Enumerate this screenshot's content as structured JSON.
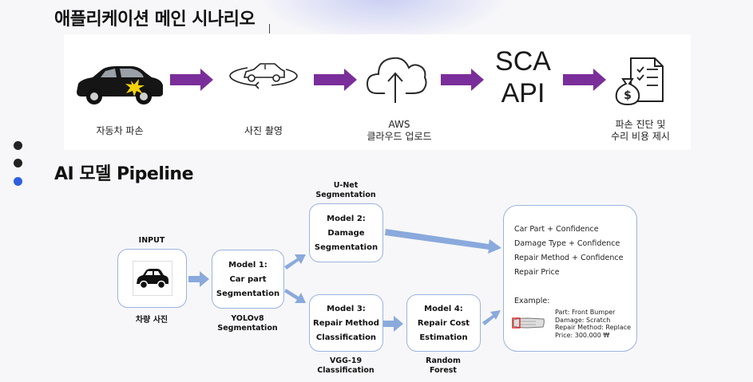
{
  "titles": {
    "scenario": "애플리케이션 메인 시나리오",
    "pipeline": "AI 모델 Pipeline"
  },
  "scenario": {
    "steps": [
      {
        "icon": "damaged-car-icon",
        "caption_lines": [
          "자동차 파손"
        ]
      },
      {
        "icon": "rotating-car-photo-icon",
        "caption_lines": [
          "사진 촬영"
        ]
      },
      {
        "icon": "cloud-upload-icon",
        "caption_lines": [
          "AWS",
          "클라우드 업로드"
        ]
      },
      {
        "icon": "sca-api-text",
        "text_lines": [
          "SCA",
          "API"
        ]
      },
      {
        "icon": "money-bag-document-icon",
        "caption_lines": [
          "파손 진단 및",
          "수리 비용 제시"
        ]
      }
    ],
    "arrow_color": "#7a2e9a"
  },
  "pipeline": {
    "input": {
      "title": "INPUT",
      "caption": "차량 사진"
    },
    "model1": {
      "lines": [
        "Model 1:",
        "Car part",
        "Segmentation"
      ],
      "caption_lines": [
        "YOLOv8",
        "Segmentation"
      ]
    },
    "model2": {
      "lines": [
        "Model 2:",
        "Damage",
        "Segmentation"
      ],
      "label_lines": [
        "U-Net",
        "Segmentation"
      ]
    },
    "model3": {
      "lines": [
        "Model 3:",
        "Repair Method",
        "Classification"
      ],
      "caption_lines": [
        "VGG-19",
        "Classification"
      ]
    },
    "model4": {
      "lines": [
        "Model 4:",
        "Repair Cost",
        "Estimation"
      ],
      "caption_lines": [
        "Random",
        "Forest"
      ]
    },
    "output": {
      "items": [
        "Car Part + Confidence",
        "Damage Type + Confidence",
        "Repair Method + Confidence",
        "Repair Price"
      ],
      "example_label": "Example:",
      "example_lines": [
        "Part: Front Bumper",
        "Damage: Scratch",
        "Repair Method: Replace",
        "Price: 300.000 ₩"
      ]
    },
    "arrow_color": "#8aa9dc",
    "box_border": "#9bb3dd"
  },
  "nav_dots": [
    "#222222",
    "#222222",
    "#2f5fe0"
  ]
}
